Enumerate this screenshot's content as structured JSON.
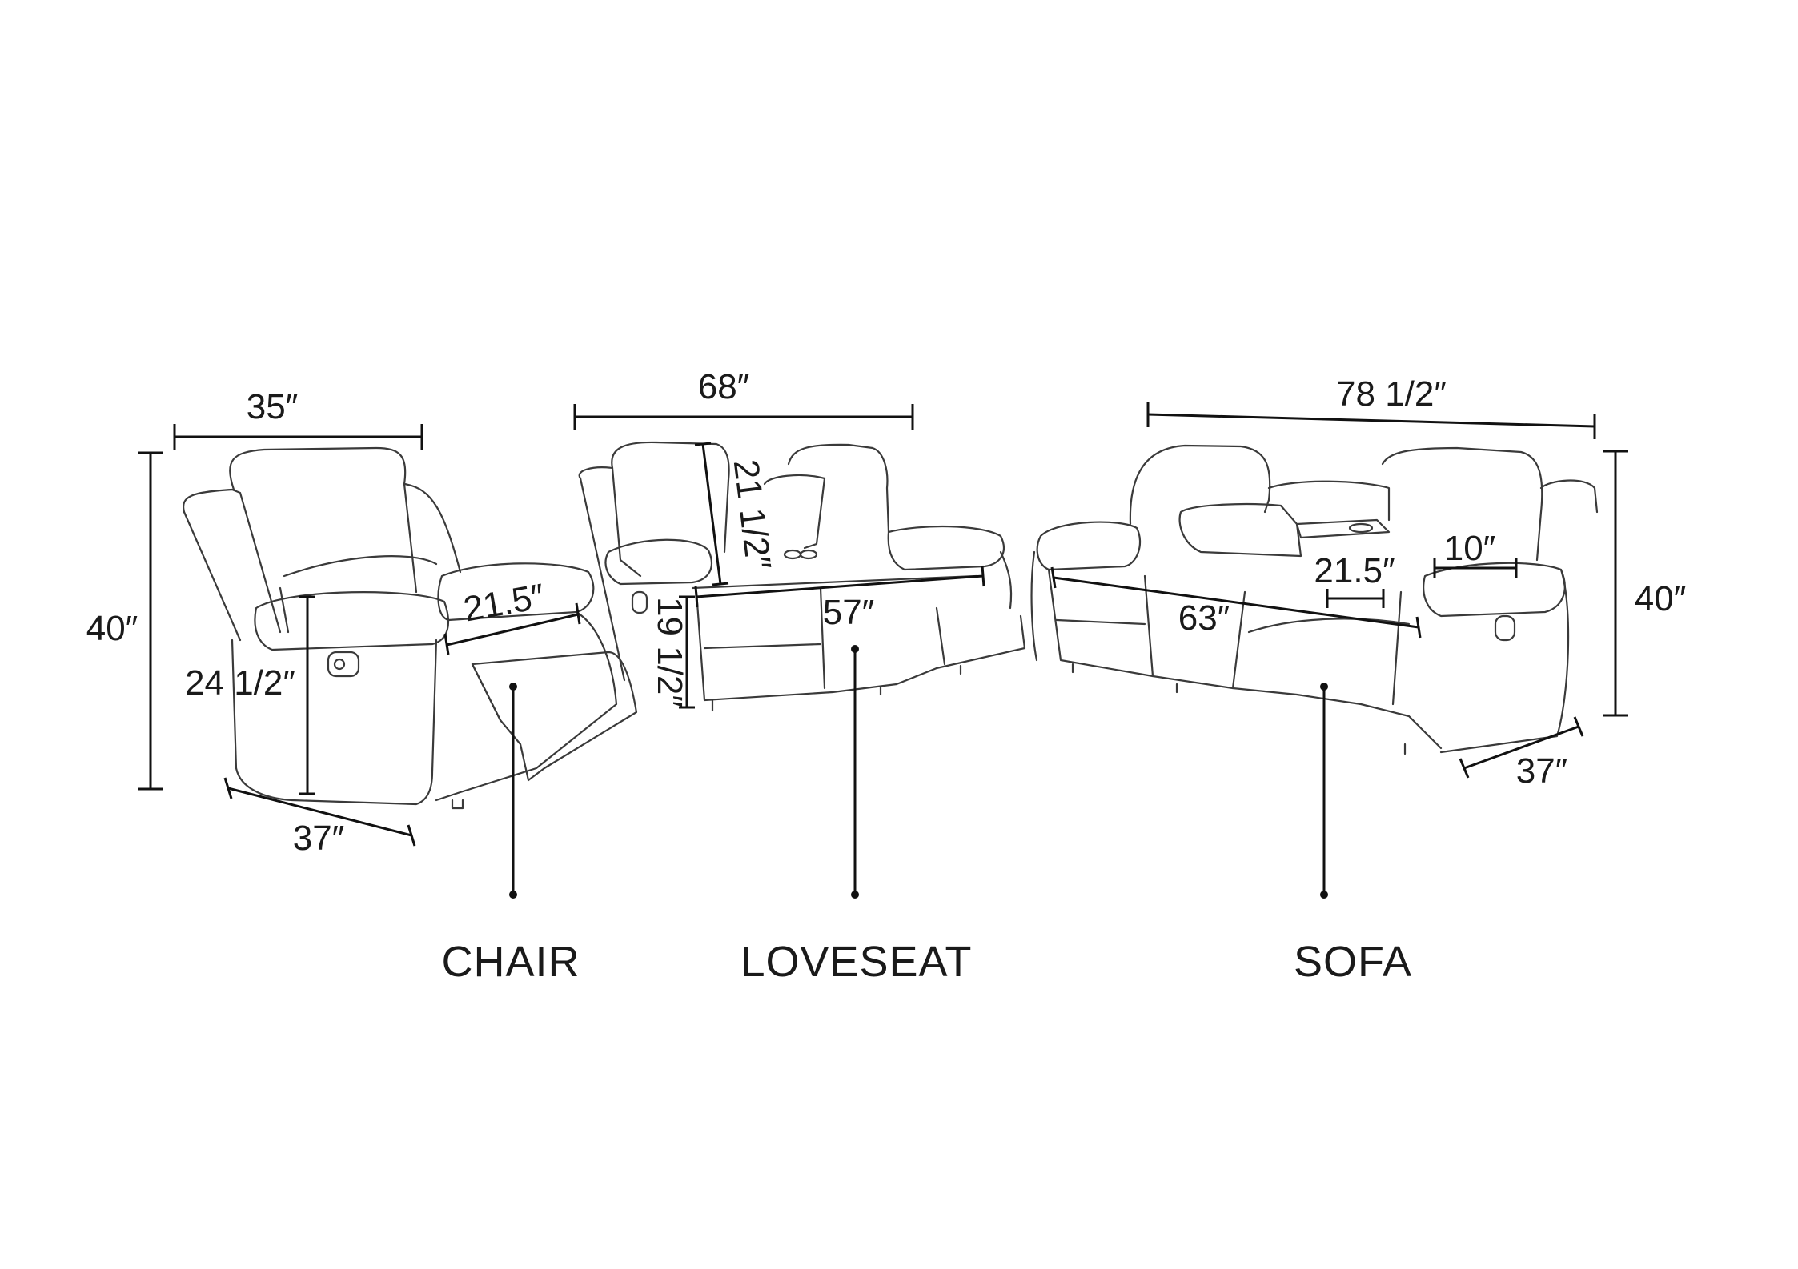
{
  "products": {
    "chair": {
      "label": "CHAIR",
      "width": "35″",
      "height": "40″",
      "depth": "37″",
      "seat_height": "24 1/2″",
      "seat_depth": "21.5″"
    },
    "loveseat": {
      "label": "LOVESEAT",
      "width": "68″",
      "back_height": "21 1/2″",
      "seat_width": "57″",
      "seat_height": "19 1/2″"
    },
    "sofa": {
      "label": "SOFA",
      "width": "78 1/2″",
      "height": "40″",
      "depth": "37″",
      "seat_width": "63″",
      "seat_depth": "21.5″",
      "arm_width": "10″"
    }
  },
  "colors": {
    "outline": "#3a3a3a",
    "dimension": "#111111",
    "background": "#ffffff"
  }
}
